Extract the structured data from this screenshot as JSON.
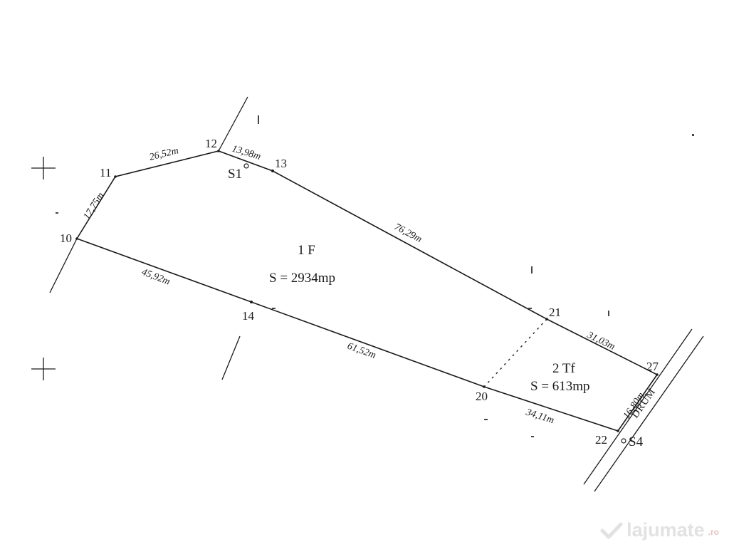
{
  "points": [
    {
      "id": "p10",
      "label": "10"
    },
    {
      "id": "p11",
      "label": "11"
    },
    {
      "id": "p12",
      "label": "12"
    },
    {
      "id": "p13",
      "label": "13"
    },
    {
      "id": "p14",
      "label": "14"
    },
    {
      "id": "p20",
      "label": "20"
    },
    {
      "id": "p21",
      "label": "21"
    },
    {
      "id": "p22",
      "label": "22"
    },
    {
      "id": "p27",
      "label": "27"
    }
  ],
  "segments": [
    {
      "from": "10",
      "to": "11",
      "length": "17,75m"
    },
    {
      "from": "11",
      "to": "12",
      "length": "26,52m"
    },
    {
      "from": "12",
      "to": "13",
      "length": "13,98m"
    },
    {
      "from": "13",
      "to": "21",
      "length": "76,29m"
    },
    {
      "from": "21",
      "to": "27",
      "length": "31,03m"
    },
    {
      "from": "27",
      "to": "22",
      "length": "16,80m"
    },
    {
      "from": "22",
      "to": "20",
      "length": "34,11m"
    },
    {
      "from": "20",
      "to": "14",
      "length": "61,52m"
    },
    {
      "from": "14",
      "to": "10",
      "length": "45,92m"
    }
  ],
  "parcels": [
    {
      "name": "1 F",
      "area": "S = 2934mp"
    },
    {
      "name": "2 Tf",
      "area": "S = 613mp"
    }
  ],
  "stations": [
    {
      "label": "S1"
    },
    {
      "label": "S4"
    }
  ],
  "road_label": "DRUM",
  "watermark": {
    "name": "lajumate",
    "suffix": ".ro"
  }
}
